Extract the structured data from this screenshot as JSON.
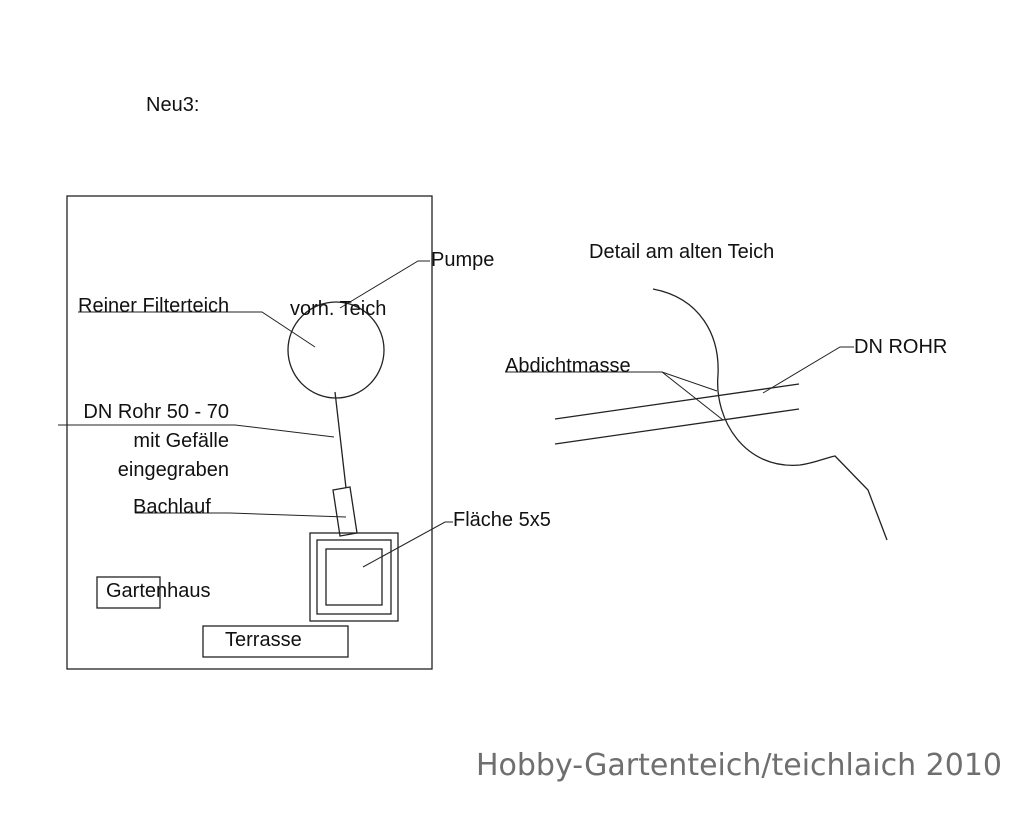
{
  "diagram": {
    "title": "Neu3:",
    "labels": {
      "pumpe": "Pumpe",
      "filterteich": "Reiner Filterteich",
      "vorh_teich": "vorh. Teich",
      "dn_rohr_line1": "DN Rohr 50 - 70",
      "dn_rohr_line2": "mit Gefälle",
      "dn_rohr_line3": "eingegraben",
      "bachlauf": "Bachlauf",
      "flaeche": "Fläche 5x5",
      "gartenhaus": "Gartenhaus",
      "terrasse": "Terrasse"
    },
    "detail": {
      "title": "Detail am alten Teich",
      "dn_rohr": "DN ROHR",
      "abdichtmasse": "Abdichtmasse"
    }
  },
  "watermark": "Hobby-Gartenteich/teichlaich 2010"
}
